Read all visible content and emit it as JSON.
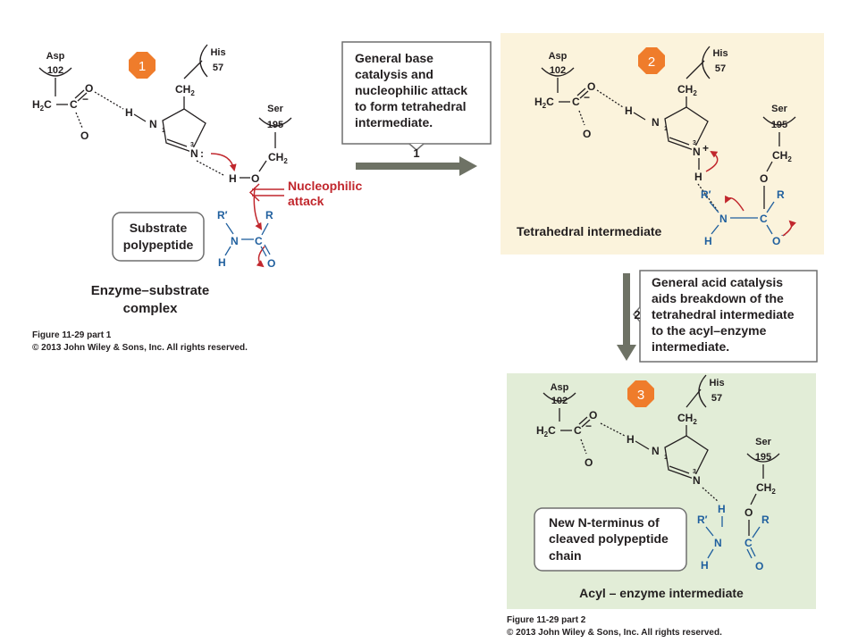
{
  "step_badges": [
    "1",
    "2",
    "3"
  ],
  "colors": {
    "badge_orange": "#ef7c2b",
    "panel_yellow": "#fbf3dc",
    "panel_green": "#e2edd7",
    "arrow_gray": "#6e7265",
    "red": "#c1272d",
    "blue": "#1f5f9e"
  },
  "residues": {
    "asp": [
      "Asp",
      "102"
    ],
    "his": [
      "His",
      "57"
    ],
    "ser": [
      "Ser",
      "195"
    ]
  },
  "atoms": {
    "h2c": "H",
    "h2c_sub": "2",
    "h2c_c": "C",
    "c": "C",
    "o": "O",
    "n": "N",
    "h": "H",
    "ch2": "CH",
    "ch2_sub": "2",
    "minus": "−",
    "plus": "+",
    "n1": "1",
    "n3": "3",
    "r_prime": "R′",
    "r": "R",
    "o_minus": "O",
    "o_minus_sup": "−",
    "lone_pair": ":"
  },
  "panel1": {
    "nucleophilic_attack": [
      "Nucleophilic",
      "attack"
    ],
    "substrate_box": [
      "Substrate",
      "polypeptide"
    ],
    "caption": [
      "Enzyme–substrate",
      "complex"
    ]
  },
  "step1_box": {
    "lines": [
      "General base",
      "catalysis and",
      "nucleophilic attack",
      "to form tetrahedral",
      "intermediate."
    ],
    "number": "1"
  },
  "panel2": {
    "caption": "Tetrahedral intermediate"
  },
  "step2_box": {
    "lines": [
      "General acid catalysis",
      "aids breakdown of the",
      "tetrahedral intermediate",
      "to the acyl–enzyme",
      "intermediate."
    ],
    "number": "2"
  },
  "panel3": {
    "new_terminus_box": [
      "New N-terminus of",
      "cleaved polypeptide",
      "chain"
    ],
    "caption": "Acyl – enzyme intermediate"
  },
  "figure_credits": {
    "part1": [
      "Figure 11-29 part 1",
      "© 2013 John Wiley & Sons, Inc. All rights reserved."
    ],
    "part2": [
      "Figure 11-29 part 2",
      "© 2013 John Wiley & Sons, Inc. All rights reserved."
    ]
  }
}
